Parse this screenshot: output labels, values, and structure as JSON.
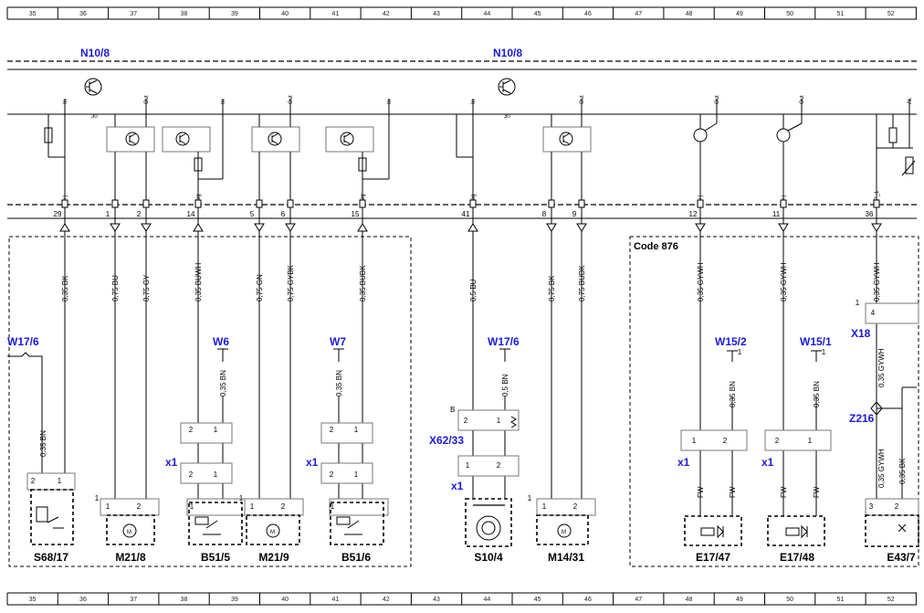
{
  "grid": [
    "35",
    "36",
    "37",
    "38",
    "39",
    "40",
    "41",
    "42",
    "43",
    "44",
    "45",
    "46",
    "47",
    "48",
    "49",
    "50",
    "51",
    "52"
  ],
  "modules": {
    "left": "N10/8",
    "right": "N10/8"
  },
  "rail": {
    "left": "30",
    "right": "30"
  },
  "pin_labels": {
    "in": "In",
    "out": "Out",
    "al": "AL",
    "plus": "(+)",
    "sig": "Sig",
    "ip": "IP_1"
  },
  "code_label": "Code 876",
  "connectors": [
    "29",
    "1",
    "2",
    "14",
    "5",
    "6",
    "15",
    "41",
    "8",
    "9",
    "12",
    "11",
    "36"
  ],
  "wires": [
    "0,35 BK",
    "0,75 BU",
    "0,75 GY",
    "0,35 BUWH",
    "0,75 GN",
    "0,75 GYBK",
    "0,35 BUBK",
    "0,5 BU",
    "0,75 BK",
    "0,75 BUBK",
    "0,35 GYWH",
    "0,35 GYWH",
    "0,35 GYWH"
  ],
  "refs": {
    "w17_6_left": "W17/6",
    "w6": "W6",
    "w7": "W7",
    "w17_6_mid": "W17/6",
    "w15_2": "W15/2",
    "w15_1": "W15/1",
    "x18": "X18",
    "z216": "Z216",
    "x62_33": "X62/33"
  },
  "ground_wires": {
    "s68": "0,35 BN",
    "w6": "0,35 BN",
    "w7": "0,35 BN",
    "w17_6": "0,5 BN",
    "w15_2": "0,35 BN",
    "w15_1": "0,35 BN",
    "x18": "0,35 GYWH",
    "z216a": "0,35 GYWH",
    "z216b": "0,35 BK"
  },
  "fw": "FW",
  "x1": "x1",
  "b_label": "B",
  "pin_nums": {
    "one": "1",
    "two": "2",
    "three": "3",
    "four": "4"
  },
  "components": [
    "S68/17",
    "M21/8",
    "B51/5",
    "M21/9",
    "B51/6",
    "S10/4",
    "M14/31",
    "E17/47",
    "E17/48",
    "E43/7"
  ]
}
